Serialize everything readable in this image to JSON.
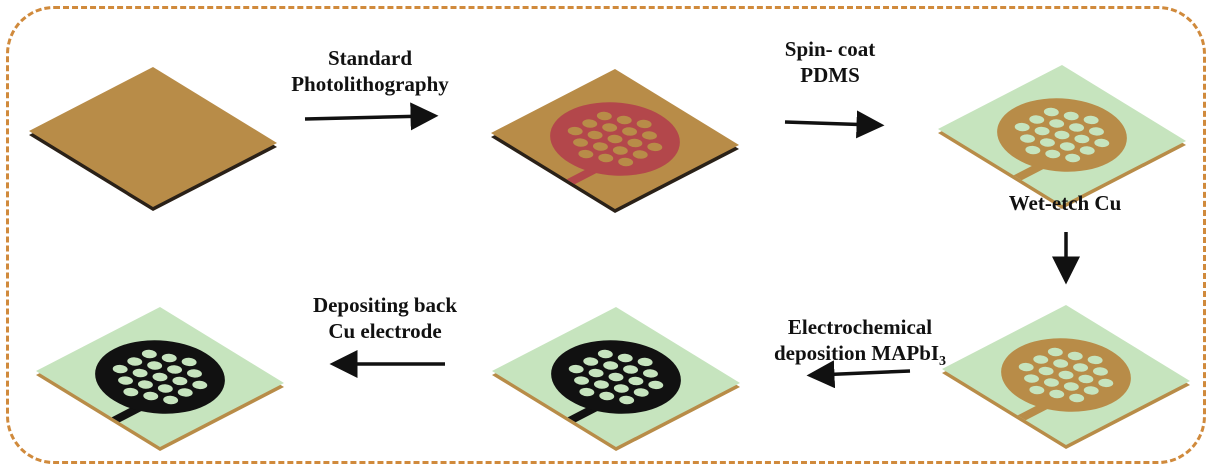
{
  "colors": {
    "border": "#d08a3c",
    "copper": "#b88c48",
    "photoresist": "#b3474b",
    "pdms": "#c6e4be",
    "perovskite": "#111111",
    "edge": "#2a2118"
  },
  "steps": [
    {
      "label_line1": "Standard",
      "label_line2": "Photolithography"
    },
    {
      "label_line1": "Spin- coat",
      "label_line2": "PDMS"
    },
    {
      "label_line1": "Wet-etch Cu"
    },
    {
      "label_line1": "Electrochemical",
      "label_line2": "deposition MAPbI",
      "label_sub": "3"
    },
    {
      "label_line1": "Depositing  back",
      "label_line2": "Cu electrode"
    }
  ],
  "plates": [
    {
      "name": "copper-substrate",
      "base": "copper",
      "mesh": null,
      "holes": null
    },
    {
      "name": "photoresist-pattern",
      "base": "copper",
      "mesh": "photoresist",
      "holes": "copper"
    },
    {
      "name": "pdms-coated",
      "base": "pdms",
      "mesh": "copper",
      "holes": "pdms"
    },
    {
      "name": "etched-cu-mesh",
      "base": "pdms",
      "mesh": "copper",
      "holes": "pdms"
    },
    {
      "name": "mapbi3-deposited",
      "base": "pdms",
      "mesh": "perovskite",
      "holes": "pdms"
    },
    {
      "name": "back-electrode",
      "base": "pdms",
      "mesh": "perovskite",
      "holes": "pdms"
    }
  ]
}
